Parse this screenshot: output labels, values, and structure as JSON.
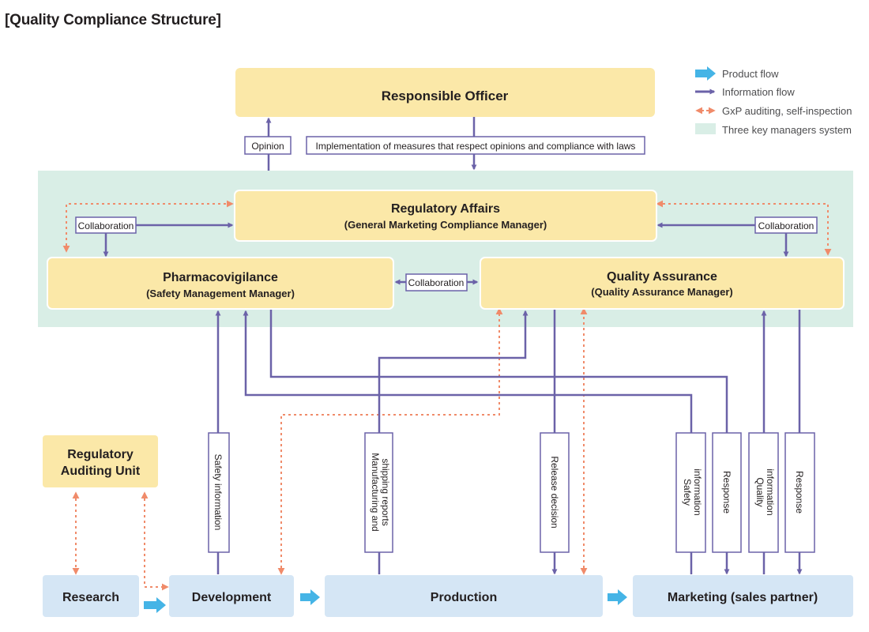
{
  "title": "[Quality Compliance Structure]",
  "colors": {
    "officer_fill": "#fbe8a8",
    "unit_fill": "#fbe8a8",
    "zone_fill": "#d9eee6",
    "process_fill": "#d5e6f5",
    "product_arrow": "#45b4e6",
    "info_arrow": "#6b62a8",
    "gxp_arrow": "#f08b6a"
  },
  "legend": {
    "product_flow": "Product flow",
    "information_flow": "Information flow",
    "gxp": "GxP auditing, self-inspection",
    "three_key": "Three key managers system"
  },
  "nodes": {
    "responsible_officer": "Responsible Officer",
    "regulatory_affairs": "Regulatory Affairs",
    "regulatory_affairs_sub": "(General Marketing Compliance Manager)",
    "pharmacovigilance": "Pharmacovigilance",
    "pharmacovigilance_sub": "(Safety Management Manager)",
    "quality_assurance": "Quality Assurance",
    "quality_assurance_sub": "(Quality Assurance Manager)",
    "regulatory_auditing_line1": "Regulatory",
    "regulatory_auditing_line2": "Auditing Unit",
    "research": "Research",
    "development": "Development",
    "production": "Production",
    "marketing": "Marketing (sales partner)"
  },
  "tags": {
    "opinion": "Opinion",
    "implementation": "Implementation of measures that respect opinions and compliance with laws",
    "collaboration_left": "Collaboration",
    "collaboration_center": "Collaboration",
    "collaboration_right": "Collaboration",
    "safety_information_dev": "Safety information",
    "mfg_line1": "Manufacturing and",
    "mfg_line2": "shipping reports",
    "release_decision": "Release decision",
    "safety_info_mkt_line1": "Safety",
    "safety_info_mkt_line2": "information",
    "response_1": "Response",
    "quality_info_line1": "Quality",
    "quality_info_line2": "information",
    "response_2": "Response"
  }
}
